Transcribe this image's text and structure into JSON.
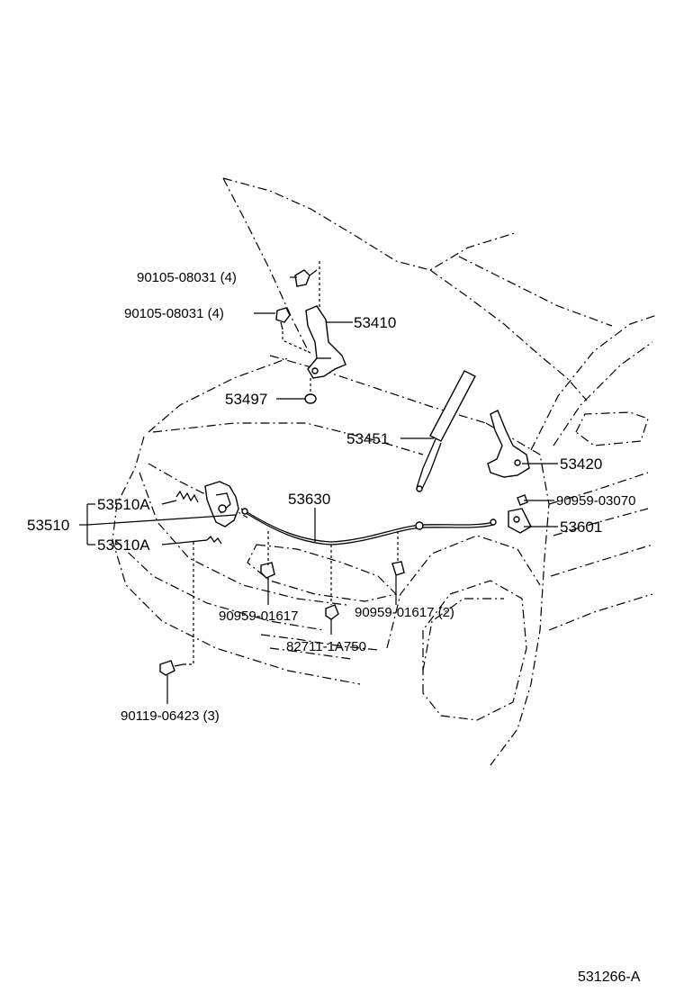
{
  "labels": {
    "bolt_top": "90105-08031 (4)",
    "bolt_mid": "90105-08031 (4)",
    "hinge": "53410",
    "cushion": "53497",
    "support": "53451",
    "hinge_right": "53420",
    "cable": "53630",
    "clip_right_top": "90959-03070",
    "lever": "53601",
    "lock_group": "53510",
    "lock_a_top": "53510A",
    "lock_a_bottom": "53510A",
    "clamp_left": "90959-01617",
    "clamp_right": "90959-01617 (2)",
    "clip_center": "82711-1A750",
    "bolt_bottom": "90119-06423 (3)",
    "diagram_id": "531266-A"
  }
}
